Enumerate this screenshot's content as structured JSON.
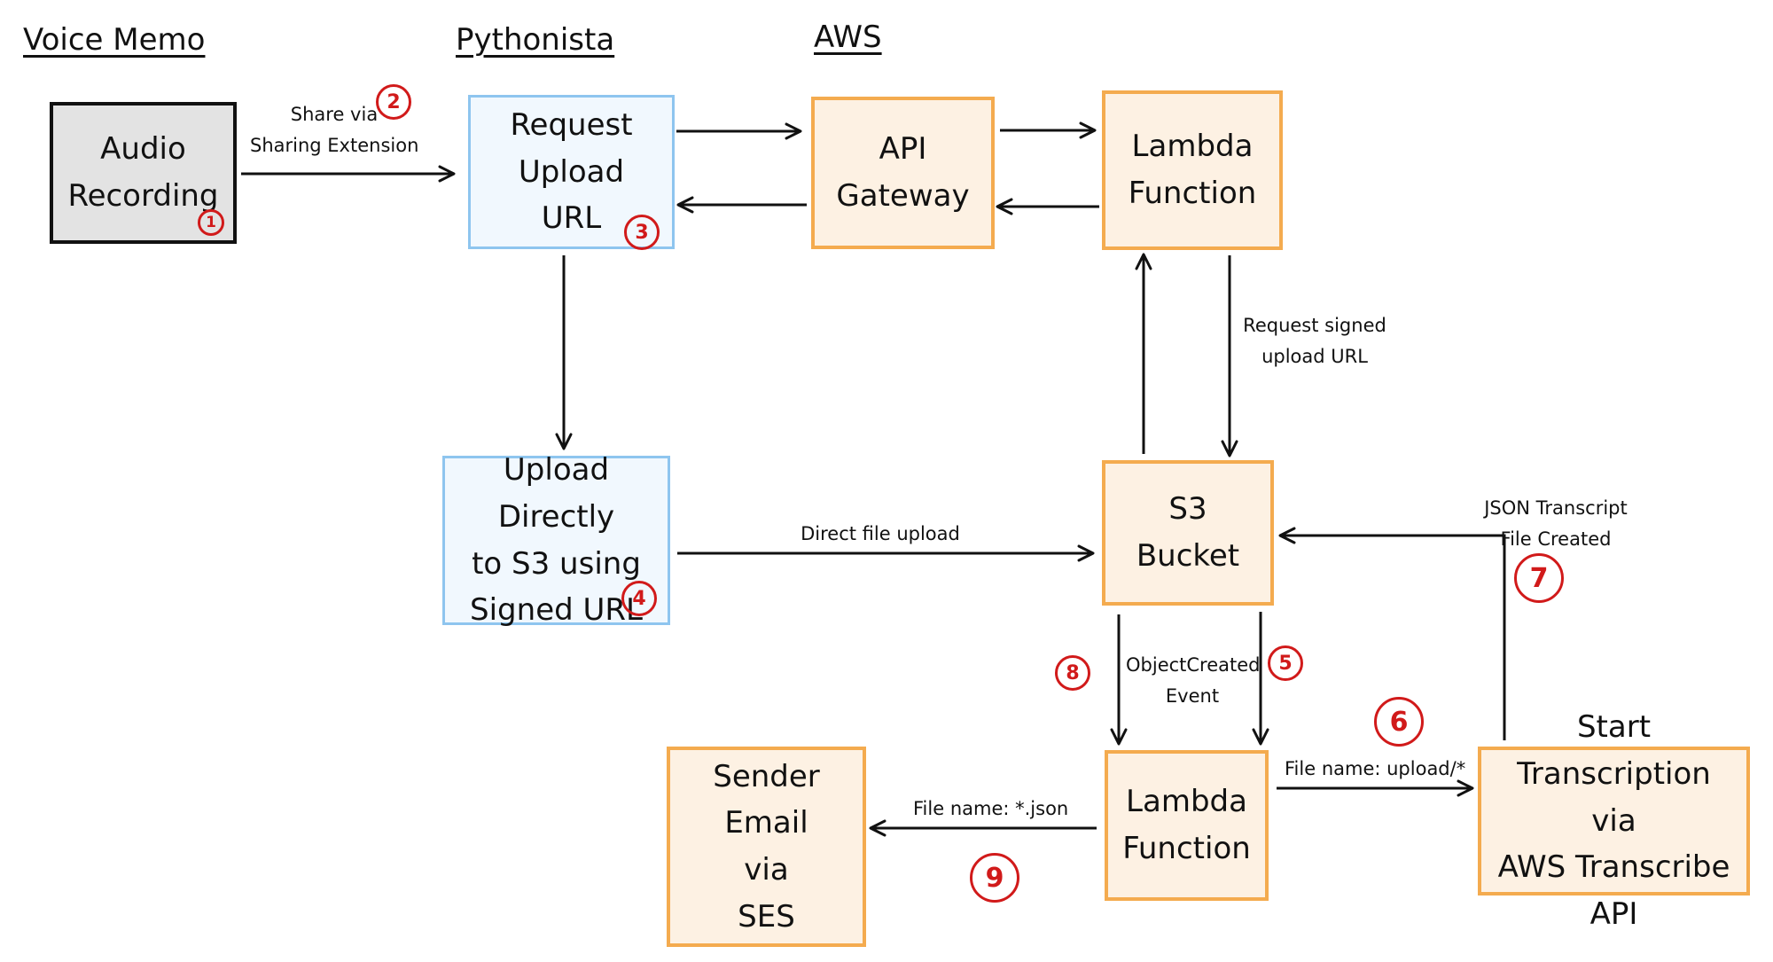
{
  "headers": {
    "voice_memo": "Voice Memo",
    "pythonista": "Pythonista",
    "aws": "AWS"
  },
  "nodes": {
    "audio_recording": [
      "Audio",
      "Recording"
    ],
    "request_upload_url": [
      "Request Upload",
      "URL"
    ],
    "api_gateway": [
      "API",
      "Gateway"
    ],
    "lambda_top": [
      "Lambda",
      "Function"
    ],
    "upload_directly": [
      "Upload Directly",
      "to S3 using",
      "Signed URL"
    ],
    "s3_bucket": [
      "S3",
      "Bucket"
    ],
    "lambda_bottom": [
      "Lambda",
      "Function"
    ],
    "start_transcription": [
      "Start Transcription",
      "via",
      "AWS Transcribe API"
    ],
    "sender_email": [
      "Sender Email",
      "via",
      "SES"
    ]
  },
  "edge_labels": {
    "share_via": [
      "Share via",
      "Sharing Extension"
    ],
    "request_signed": [
      "Request signed",
      "upload URL"
    ],
    "direct_upload": "Direct file upload",
    "json_transcript": [
      "JSON Transcript",
      "File Created"
    ],
    "object_created": [
      "ObjectCreated",
      "Event"
    ],
    "file_upload": "File name: upload/*",
    "file_json": "File name: *.json"
  },
  "steps": {
    "s1": "1",
    "s2": "2",
    "s3": "3",
    "s4": "4",
    "s5": "5",
    "s6": "6",
    "s7": "7",
    "s8": "8",
    "s9": "9"
  },
  "colors": {
    "memo_fill": "#e3e3e3",
    "pythonista_fill": "#f1f8fe",
    "pythonista_border": "#8ec5ef",
    "aws_fill": "#fdf1e3",
    "aws_border": "#f4ab4f",
    "step_red": "#d11a1a"
  }
}
